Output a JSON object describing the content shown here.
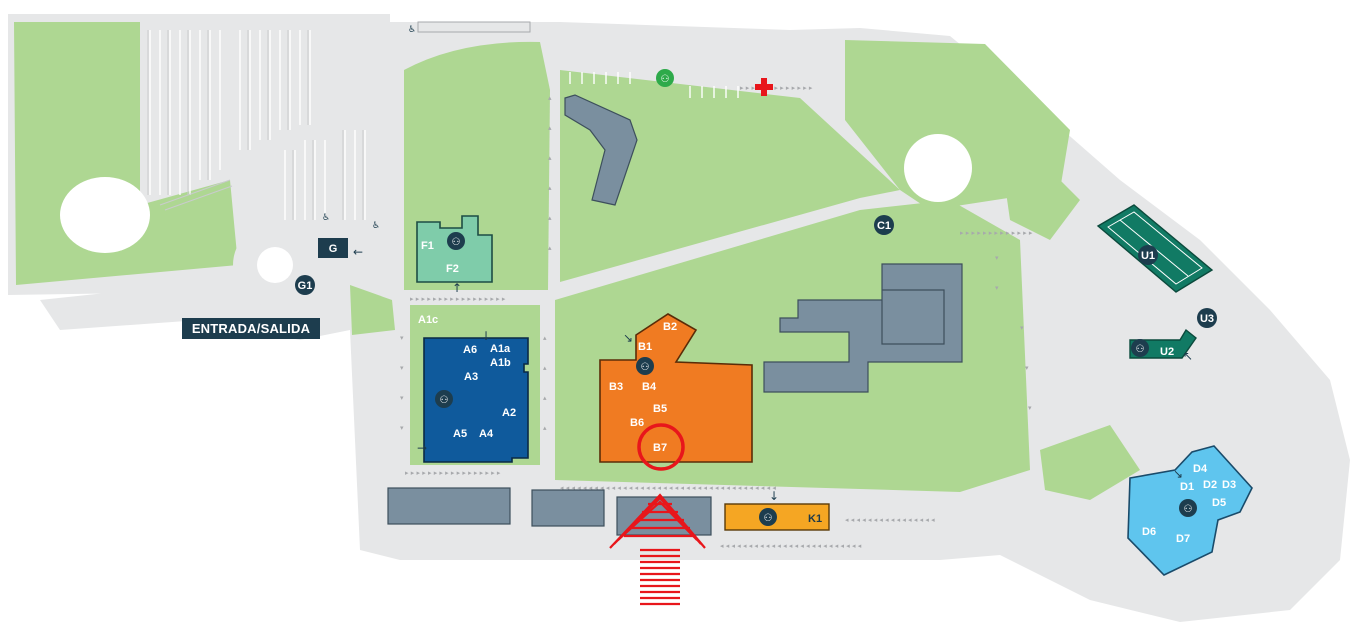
{
  "entrance_label": "ENTRADA/SALIDA",
  "colors": {
    "grass": "#aed792",
    "road": "#e6e7e8",
    "building_gray": "#7a8f9f",
    "block_a": "#0f5a9c",
    "block_b": "#f07b22",
    "block_f": "#7fccaa",
    "block_u": "#117a64",
    "block_d": "#5fc5ee",
    "block_k": "#f5a623",
    "badge": "#1d3d4e",
    "highlight": "#e8161b"
  },
  "blocks": {
    "F": [
      "F1",
      "F2"
    ],
    "A": [
      "A1c",
      "A6",
      "A1a",
      "A1b",
      "A3",
      "A2",
      "A5",
      "A4"
    ],
    "B": [
      "B2",
      "B1",
      "B3",
      "B4",
      "B5",
      "B6",
      "B7"
    ],
    "K": [
      "K1"
    ],
    "D": [
      "D4",
      "D1",
      "D2",
      "D3",
      "D5",
      "D6",
      "D7"
    ],
    "U": [
      "U2"
    ]
  },
  "badges": {
    "G": "G",
    "G1": "G1",
    "C1": "C1",
    "U1": "U1",
    "U3": "U3"
  },
  "highlight_target": "B7",
  "icons": [
    "wheelchair-icon",
    "restroom-icon",
    "first-aid-icon",
    "parking-icon",
    "entrance-arrow-icon"
  ]
}
